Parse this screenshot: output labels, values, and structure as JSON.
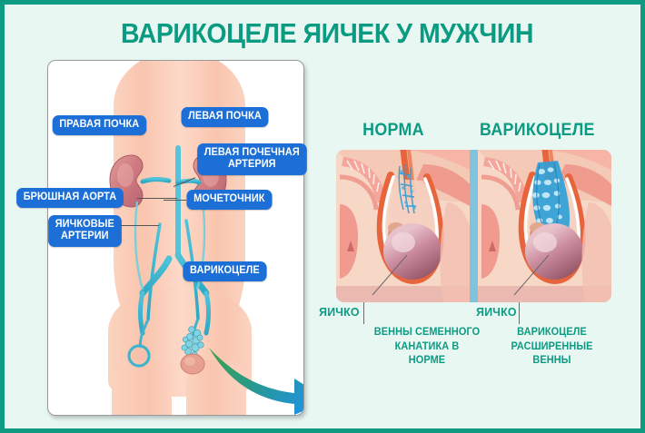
{
  "poster": {
    "title": "ВАРИКОЦЕЛЕ ЯИЧЕК У МУЖЧИН",
    "accent_teal": "#0b9b82",
    "frame_border": "#0f9b82",
    "background": "#e9f7f3",
    "tag_blue": "#1b6fd6",
    "panel_blue": "#7fc3dc",
    "skin": "#f9c5ae"
  },
  "anatomy_card": {
    "name": "male-abdomen-vascular-diagram",
    "labels": [
      {
        "id": "right-kidney",
        "text": "ПРАВАЯ ПОЧКА"
      },
      {
        "id": "left-kidney",
        "text": "ЛЕВАЯ ПОЧКА"
      },
      {
        "id": "left-renal-artery",
        "text": "ЛЕВАЯ ПОЧЕЧНАЯ\nАРТЕРИЯ"
      },
      {
        "id": "abdominal-aorta",
        "text": "БРЮШНАЯ АОРТА"
      },
      {
        "id": "testicular-arteries",
        "text": "ЯИЧКОВЫЕ\nАРТЕРИИ"
      },
      {
        "id": "ureter",
        "text": "МОЧЕТОЧНИК"
      },
      {
        "id": "varicocele",
        "text": "ВАРИКОЦЕЛЕ"
      }
    ]
  },
  "comparison": {
    "headers": {
      "normal": "НОРМА",
      "varicocele": "ВАРИКОЦЕЛЕ"
    },
    "panels": [
      {
        "id": "normal-testicle",
        "organ_label": "ЯИЧКО",
        "caption": "ВЕННЫ СЕМЕННОГО\nКАНАТИКА В\nНОРМЕ"
      },
      {
        "id": "varicocele-testicle",
        "organ_label": "ЯИЧКО",
        "caption": "ВАРИКОЦЕЛЕ\nРАСШИРЕННЫЕ\nВЕННЫ"
      }
    ]
  }
}
